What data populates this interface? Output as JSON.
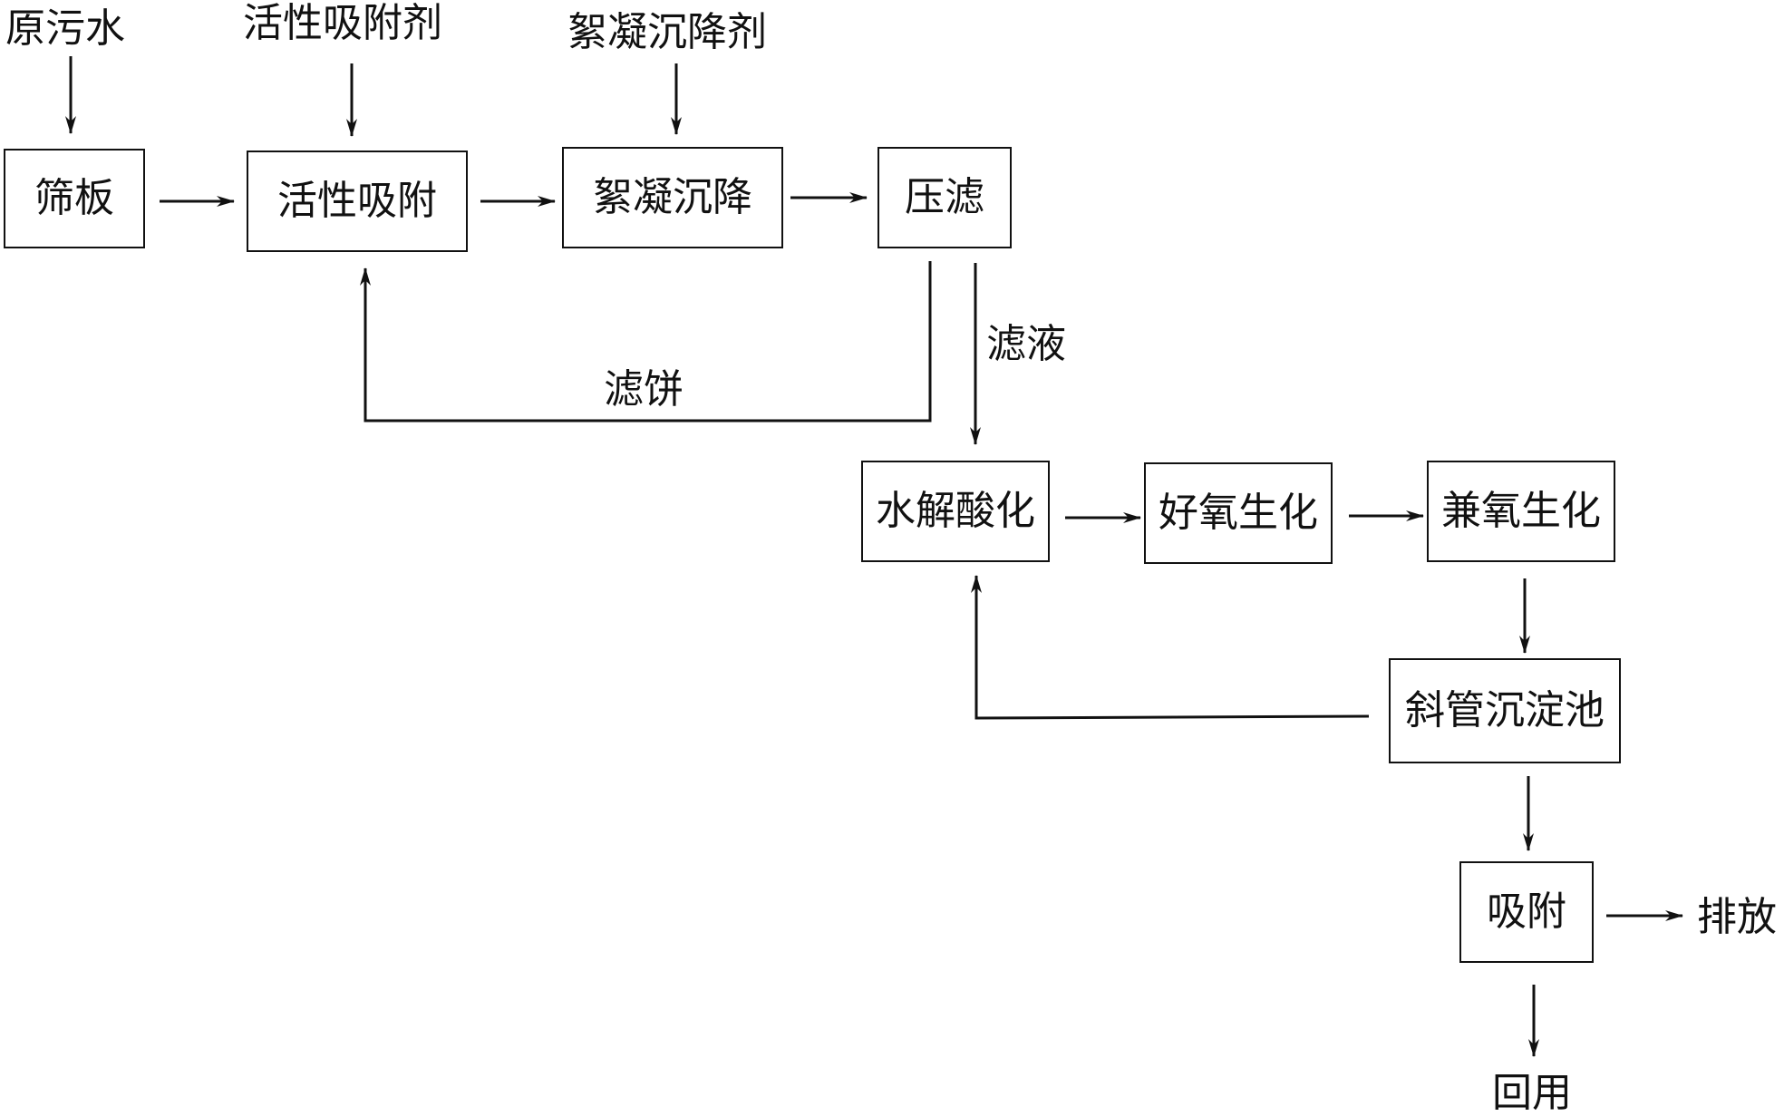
{
  "inputs": {
    "raw_wastewater": "原污水",
    "activated_adsorbent": "活性吸附剂",
    "flocculant": "絮凝沉降剂"
  },
  "steps": {
    "screen": "筛板",
    "activated_adsorption": "活性吸附",
    "flocculation": "絮凝沉降",
    "filter_press": "压滤",
    "hydrolysis_acidification": "水解酸化",
    "aerobic_biochem": "好氧生化",
    "facultative_biochem": "兼氧生化",
    "inclined_tube_settler": "斜管沉淀池",
    "adsorption": "吸附"
  },
  "flow_labels": {
    "filter_cake": "滤饼",
    "filtrate": "滤液",
    "discharge": "排放",
    "reuse": "回用"
  }
}
